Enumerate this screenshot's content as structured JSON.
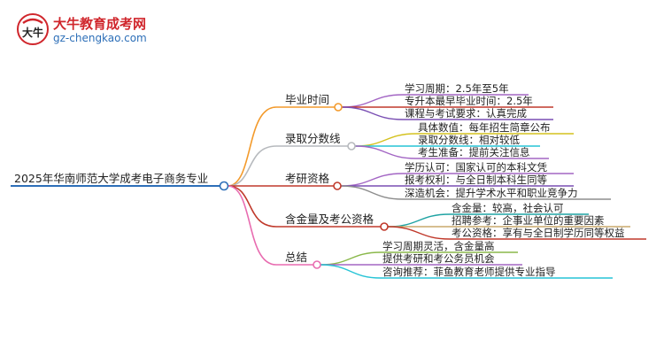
{
  "brand": {
    "name": "大牛教育成考网",
    "url": "gz-chengkao.com",
    "mark_text": "大牛"
  },
  "mindmap": {
    "root": "2025年华南师范大学成考电子商务专业",
    "branches": [
      {
        "label": "毕业时间",
        "color": "#f39a2b",
        "leaves": [
          "学习周期：2.5年至5年",
          "专升本最早毕业时间：2.5年",
          "课程与考试要求：认真完成"
        ]
      },
      {
        "label": "录取分数线",
        "color": "#b6b9bd",
        "leaves": [
          "具体数值：每年招生简章公布",
          "录取分数线：相对较低",
          "考生准备：提前关注信息"
        ]
      },
      {
        "label": "考研资格",
        "color": "#c0392b",
        "leaves": [
          "学历认可：国家认可的本科文凭",
          "报考权利：与全日制本科生同等",
          "深造机会：提升学术水平和职业竞争力"
        ]
      },
      {
        "label": "含金量及考公资格",
        "color": "#c0392b",
        "leaves": [
          "含金量：较高，社会认可",
          "招聘参考：企事业单位的重要因素",
          "考公资格：享有与全日制学历同等权益"
        ]
      },
      {
        "label": "总结",
        "color": "#e86cb0",
        "leaves": [
          "学习周期灵活，含金量高",
          "提供考研和考公务员机会",
          "咨询推荐：菲鱼教育老师提供专业指导"
        ]
      }
    ]
  },
  "colors": {
    "root_line": "#2d6fb8",
    "leaf_colors": [
      [
        "#a366c4",
        "#c0392b",
        "#7a4fb3"
      ],
      [
        "#d4c21f",
        "#27c4d6",
        "#a366c4"
      ],
      [
        "#a366c4",
        "#7a4fb3",
        "#8d8d8d"
      ],
      [
        "#1fa3a3",
        "#c8a86b",
        "#c0392b"
      ],
      [
        "#8ab84a",
        "#a366c4",
        "#27c4d6"
      ]
    ]
  }
}
